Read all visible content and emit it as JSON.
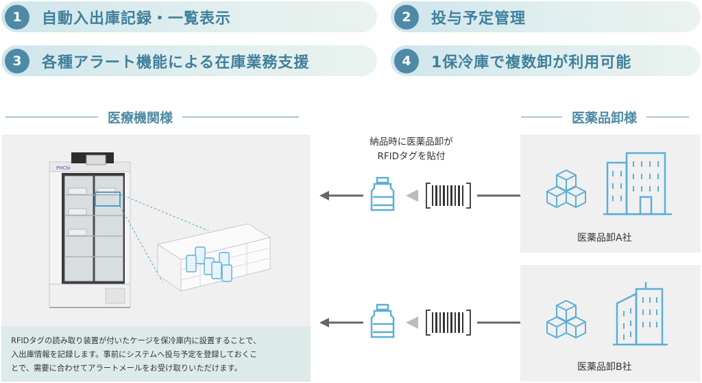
{
  "features": [
    {
      "num": "1",
      "label": "自動入出庫記録・一覧表示"
    },
    {
      "num": "2",
      "label": "投与予定管理"
    },
    {
      "num": "3",
      "label": "各種アラート機能による在庫業務支援"
    },
    {
      "num": "4",
      "label": "1保冷庫で複数卸が利用可能"
    }
  ],
  "sections": {
    "hospital": "医療機関様",
    "wholesaler": "医薬品卸様"
  },
  "flow_note": {
    "line1": "納品時に医薬品卸が",
    "line2": "RFIDタグを貼付"
  },
  "companies": [
    {
      "name": "医薬品卸A社"
    },
    {
      "name": "医薬品卸B社"
    }
  ],
  "description": {
    "line1": "RFIDタグの読み取り装置が付いたケージを保冷庫内に設置することで、",
    "line2": "入出庫情報を記録します。事前にシステムへ投与予定を登録しておくこ",
    "line3": "とで、需要に合わせてアラートメールをお受け取りいただけます。"
  },
  "fridge_brand": "PHCbi",
  "colors": {
    "accent": "#4e8aa5",
    "icon_blue": "#5aaed8",
    "panel_gray": "#f0f0f0",
    "desc_bg": "#dcebe9"
  }
}
